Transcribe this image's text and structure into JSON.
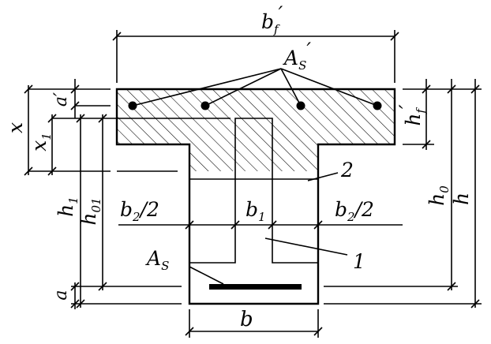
{
  "labels": {
    "bf_prime": {
      "main": "b",
      "sub": "f",
      "prime": "′"
    },
    "As_prime": {
      "main": "A",
      "sub": "S",
      "prime": "′"
    },
    "x": "x",
    "a_prime": "a′",
    "x1": {
      "main": "x",
      "sub": "1"
    },
    "hf_prime": {
      "main": "h",
      "sub": "f",
      "prime": "′"
    },
    "h1": {
      "main": "h",
      "sub": "1"
    },
    "h01": {
      "main": "h",
      "sub": "01"
    },
    "h0": {
      "main": "h",
      "sub": "0"
    },
    "h": "h",
    "b2_half_left": {
      "main": "b",
      "sub": "2",
      "tail": "/2"
    },
    "b1": {
      "main": "b",
      "sub": "1"
    },
    "b2_half_right": {
      "main": "b",
      "sub": "2",
      "tail": "/2"
    },
    "As": {
      "main": "A",
      "sub": "S"
    },
    "a": "a",
    "b": "b",
    "callout_2": "2",
    "callout_1": "1"
  }
}
